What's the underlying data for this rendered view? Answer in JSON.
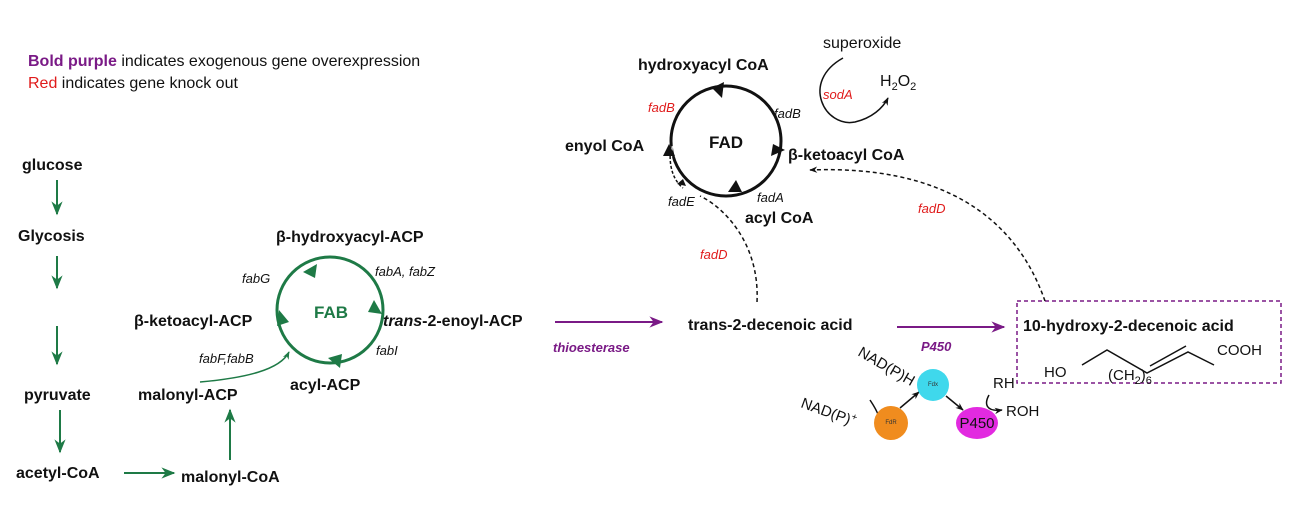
{
  "legend": {
    "bold_purple": "Bold purple",
    "line1_rest": " indicates exogenous gene overexpression",
    "red": "Red",
    "line2_rest": " indicates gene knock out",
    "purple_color": "#7a1a86",
    "red_color": "#e01b1b"
  },
  "glycolysis": {
    "glucose": "glucose",
    "glycosis": "Glycosis",
    "pyruvate": "pyruvate",
    "acetyl_coa": "acetyl-CoA",
    "malonyl_coa": "malonyl-CoA",
    "malonyl_acp": "malonyl-ACP",
    "color": "#1e7a46"
  },
  "fab_cycle": {
    "center": "FAB",
    "hydroxyacyl": "β-hydroxyacyl-ACP",
    "ketoacyl": "β-ketoacyl-ACP",
    "enoyl_italic": "trans",
    "enoyl_rest": "-2-enoyl-ACP",
    "acyl": "acyl-ACP",
    "fabG": "fabG",
    "fabA_fabZ": "fabA, fabZ",
    "fabI": "fabI",
    "fabF_fabB": "fabF,fabB"
  },
  "main": {
    "thioesterase": "thioesterase",
    "decenoic": "trans-2-decenoic acid",
    "p450": "P450",
    "product": "10-hydroxy-2-decenoic acid",
    "ho": "HO",
    "cooh": "COOH",
    "ch2": "(CH",
    "ch2_sub": "2",
    "ch2_close": ")",
    "ch2_n": "6"
  },
  "fad_cycle": {
    "center": "FAD",
    "hydroxyacyl_coa": "hydroxyacyl CoA",
    "enoyl_coa": "enyol CoA",
    "ketoacyl_coa": "β-ketoacyl CoA",
    "acyl_coa": "acyl CoA",
    "fadB_red": "fadB",
    "fadB": "fadB",
    "fadA": "fadA",
    "fadE": "fadE",
    "fadD_left": "fadD",
    "fadD_right": "fadD"
  },
  "superoxide": {
    "superoxide": "superoxide",
    "sodA": "sodA",
    "h2o2_h": "H",
    "h2o2_2a": "2",
    "h2o2_o": "O",
    "h2o2_2b": "2"
  },
  "electron_chain": {
    "nadph": "NAD(P)H",
    "nadp": "NAD(P)",
    "nadp_plus": "+",
    "fdr": "FdR",
    "fdx": "Fdx",
    "p450": "P450",
    "rh": "RH",
    "roh": "ROH",
    "orange": "#f08c1e",
    "cyan": "#3fd8ec",
    "magenta": "#e22ae0"
  }
}
